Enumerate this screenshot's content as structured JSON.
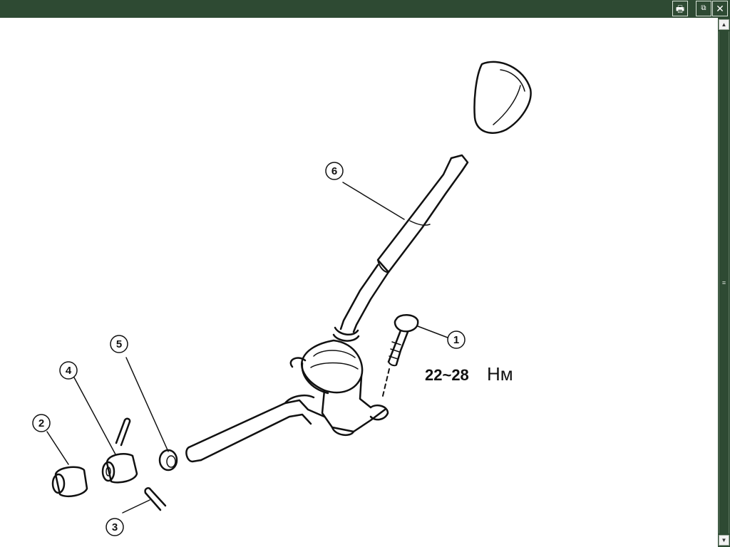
{
  "toolbar": {
    "print_icon": "printer-icon",
    "restore_icon": "restore-window-icon",
    "close_icon": "close-icon",
    "close_glyph": "✕",
    "print_glyph": "🖶",
    "restore_glyph": "⧉"
  },
  "scrollbar": {
    "up_glyph": "▲",
    "down_glyph": "▼",
    "grip_glyph": "≡"
  },
  "diagram": {
    "callouts": [
      "1",
      "2",
      "3",
      "4",
      "5",
      "6"
    ],
    "torque_value": "22~28",
    "torque_unit": "Нм"
  },
  "colors": {
    "frame": "#2e4a33",
    "line": "#111111",
    "background": "#ffffff"
  }
}
